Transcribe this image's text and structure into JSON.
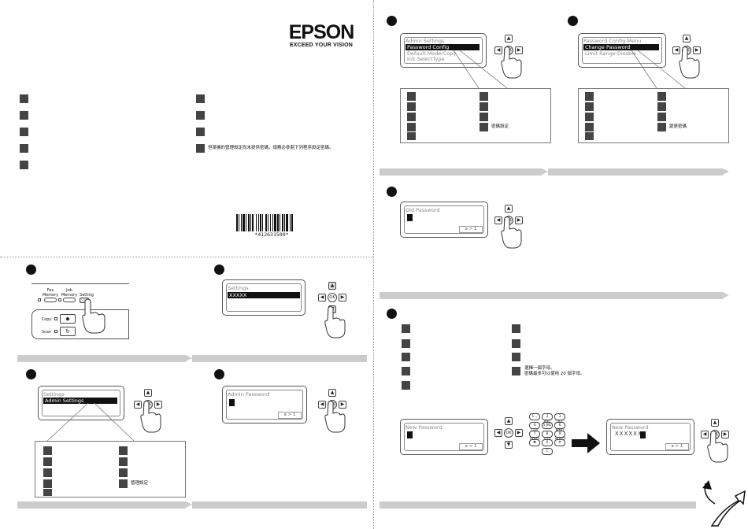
{
  "brand": {
    "name": "EPSON",
    "tagline": "EXCEED YOUR VISION"
  },
  "intro_note": "但某機的管理設定尚未提供密碼，請務必參閱下列程序設定密碼。",
  "barcode": {
    "number": "*412631500*"
  },
  "control_panel": {
    "fax_memory": "Fax\nMemory",
    "job_memory": "Job\nMemory",
    "setting": "Setting",
    "copy": "Copy",
    "scan": "Scan"
  },
  "screens": {
    "settings_1": {
      "title": "Settings",
      "selected": "XXXXX"
    },
    "settings_2": {
      "title": "Settings",
      "selected": "Admin Settings"
    },
    "admin_password": {
      "title": "Admin Password",
      "hint": "a > 1"
    },
    "admin_settings": {
      "title": "Admin Settings",
      "selected": "Password Config",
      "options": [
        "Default Mode:Copy",
        "Init SelectType"
      ]
    },
    "password_config": {
      "title": "Password Config Menu",
      "selected": "Change Password",
      "options": [
        "Limit Range:Disable"
      ]
    },
    "old_password": {
      "title": "Old Password",
      "hint": "a > 1"
    },
    "new_password_1": {
      "title": "New Password",
      "hint": "a > 1"
    },
    "new_password_2": {
      "title": "New Password",
      "value": "XXXXXX",
      "hint": "a > 1"
    }
  },
  "dpad": {
    "up": "▲",
    "down": "▼",
    "left": "◀",
    "right": "▶",
    "ok": "OK"
  },
  "lists": {
    "admin_settings_list_label": "管理設定",
    "password_config_list_label": "密碼設定",
    "change_password_list_label": "變更密碼"
  },
  "new_password_note": "選擇一個字母。\n密碼最多可以使用 20 個字母。",
  "keypad": [
    "1 .,",
    "2 ABC",
    "3 DEF",
    "4 GHI",
    "5 JKL",
    "6 MNO",
    "7 PQRS",
    "8 TUV",
    "9 WXYZ",
    "✱",
    "0",
    "#",
    "C"
  ]
}
